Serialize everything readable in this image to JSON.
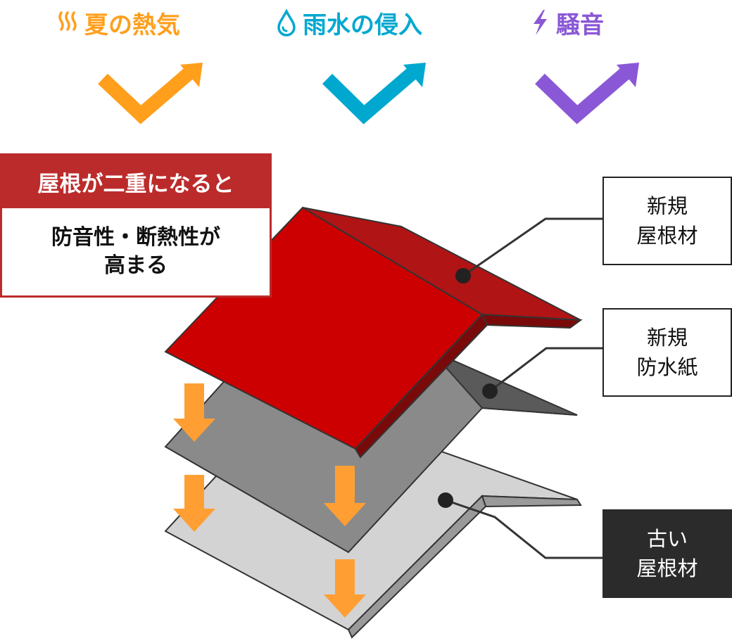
{
  "benefits": [
    {
      "label": "夏の熱気",
      "icon": "heat-waves-icon",
      "color": "#ff9f1c"
    },
    {
      "label": "雨水の侵入",
      "icon": "water-drop-icon",
      "color": "#00a8d0"
    },
    {
      "label": "騒音",
      "icon": "lightning-icon",
      "color": "#8a58d6"
    }
  ],
  "headline": {
    "title": "屋根が二重になると",
    "body_line1": "防音性・断熱性が",
    "body_line2": "高まる"
  },
  "layers": {
    "new_roof": {
      "line1": "新規",
      "line2": "屋根材",
      "color": "#c80000"
    },
    "new_paper": {
      "line1": "新規",
      "line2": "防水紙",
      "color": "#7a7a7a"
    },
    "old_roof": {
      "line1": "古い",
      "line2": "屋根材",
      "color": "#c8c8c8"
    }
  },
  "colors": {
    "accent_red": "#bc2b2b",
    "arrow_orange": "#ff9f33",
    "dark_label": "#2b2b2b"
  }
}
